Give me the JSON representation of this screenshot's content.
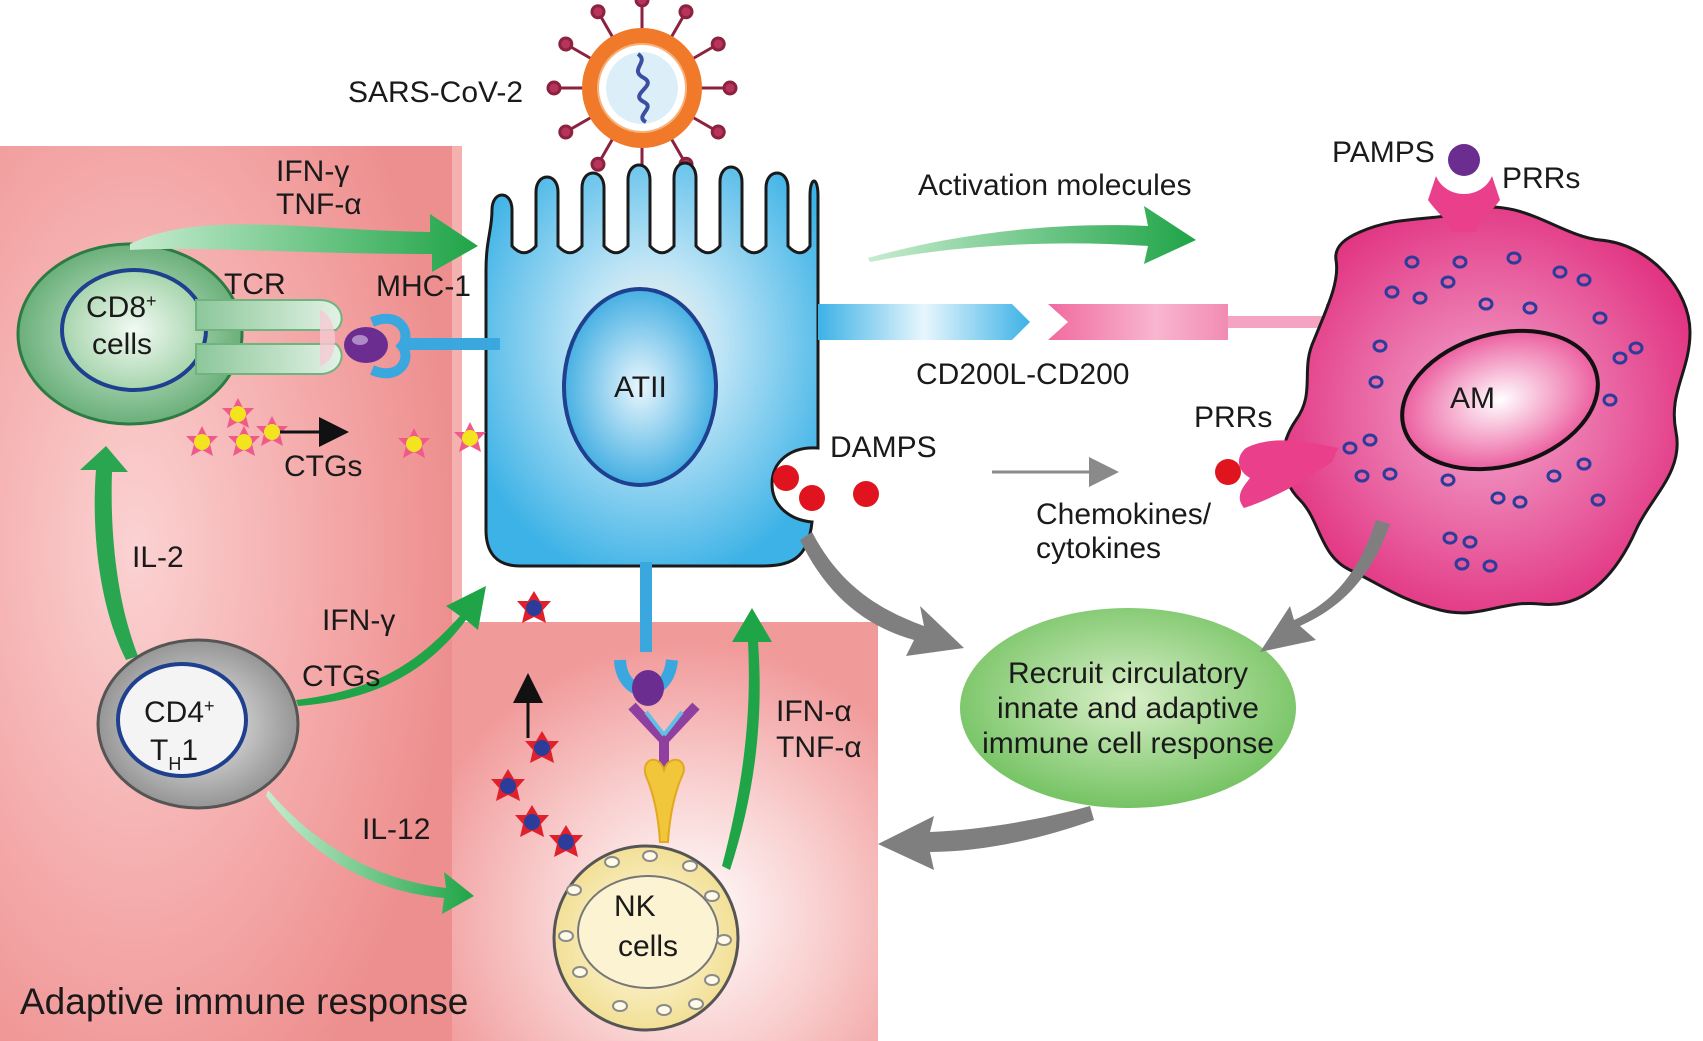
{
  "labels": {
    "virus": "SARS-CoV-2",
    "ifn_gamma_top": "IFN-γ",
    "tnf_alpha_top": "TNF-α",
    "tcr": "TCR",
    "mhc1": "MHC-1",
    "cd8_line1": "CD8",
    "cd8_sup": "+",
    "cd8_line2": "cells",
    "ctgs_top": "CTGs",
    "il2": "IL-2",
    "ifn_gamma_mid": "IFN-γ",
    "ctgs_mid": "CTGs",
    "cd4_line1": "CD4",
    "cd4_sup": "+",
    "th1_T": "T",
    "th1_sub": "H",
    "th1_1": "1",
    "il12": "IL-12",
    "nk_line1": "NK",
    "nk_line2": "cells",
    "ifn_alpha": "IFN-α",
    "tnf_alpha_bottom": "TNF-α",
    "atii": "ATII",
    "activation": "Activation molecules",
    "cd200": "CD200L-CD200",
    "damps": "DAMPS",
    "pamps": "PAMPS",
    "prrs_top": "PRRs",
    "prrs_mid": "PRRs",
    "chemokines_line1": "Chemokines/",
    "chemokines_line2": "cytokines",
    "am": "AM",
    "recruit_line1": "Recruit circulatory",
    "recruit_line2": "innate and adaptive",
    "recruit_line3": "immune cell response",
    "adaptive": "Adaptive immune response"
  },
  "colors": {
    "adaptive_bg": "#f4a6a6",
    "arrow_green": "#22a64a",
    "arrow_grey": "#7a7a7a",
    "atii_blue": "#3fb6e8",
    "am_magenta": "#e0287a",
    "cd8_green": "#6fb37f",
    "cd4_grey": "#a8a8a8",
    "nk_yellow": "#f6e7a8",
    "virus_orange": "#f07a2a",
    "recruit_green": "#7ec46a",
    "damps_red": "#e01a1a"
  }
}
